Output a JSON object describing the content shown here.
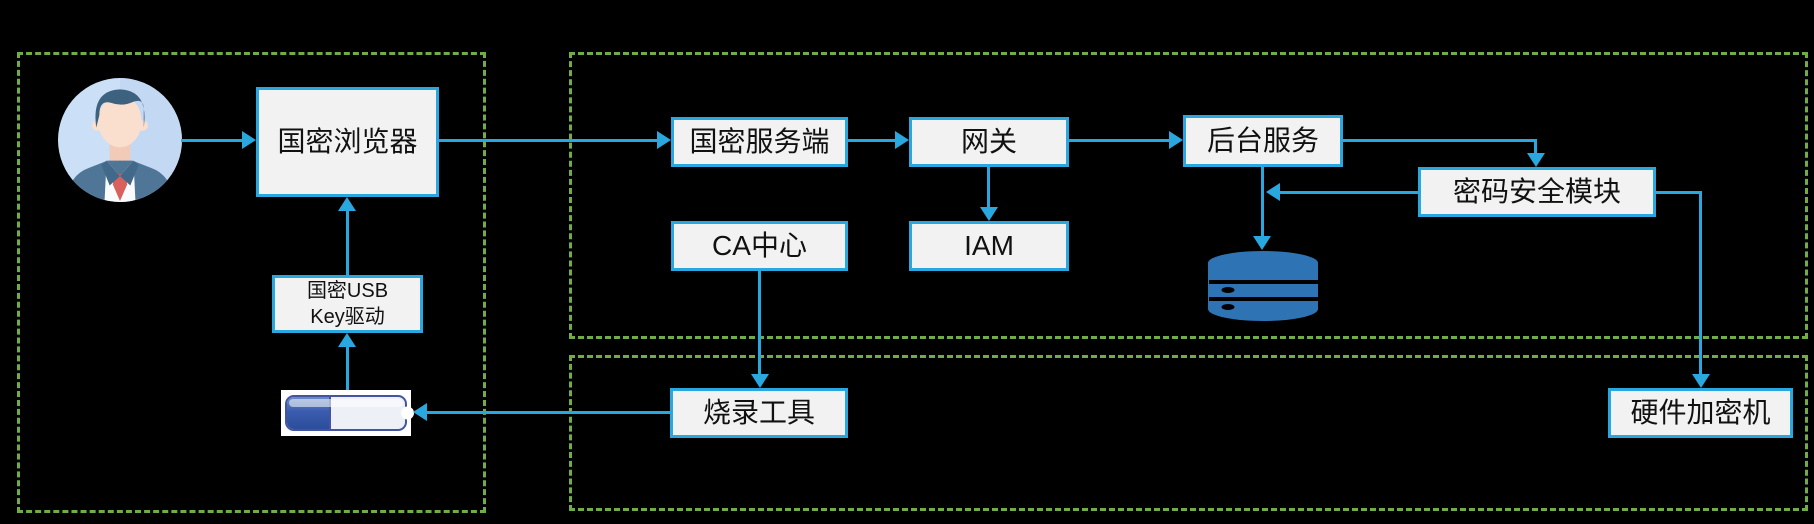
{
  "diagram": {
    "kind": "security-architecture-flowchart",
    "zones": {
      "client_zone": {
        "label": ""
      },
      "server_zone": {
        "label": ""
      },
      "infra_zone": {
        "label": ""
      }
    },
    "nodes": {
      "browser": "国密浏览器",
      "usb_driver_line1": "国密USB",
      "usb_driver_line2": "Key驱动",
      "gm_server": "国密服务端",
      "gateway": "网关",
      "iam": "IAM",
      "ca_center": "CA中心",
      "burn_tool": "烧录工具",
      "backend": "后台服务",
      "crypto_module": "密码安全模块",
      "hsm": "硬件加密机"
    },
    "icons": {
      "user": "user-avatar-icon",
      "usb_drive": "usb-flash-drive-icon",
      "database": "database-icon"
    },
    "colors": {
      "background": "#000000",
      "zone_border": "#70AD47",
      "connector": "#29A8E0",
      "node_fill": "#F2F2F2",
      "node_border": "#29A8E0",
      "node_text": "#111111",
      "database": "#2E74B5"
    }
  }
}
